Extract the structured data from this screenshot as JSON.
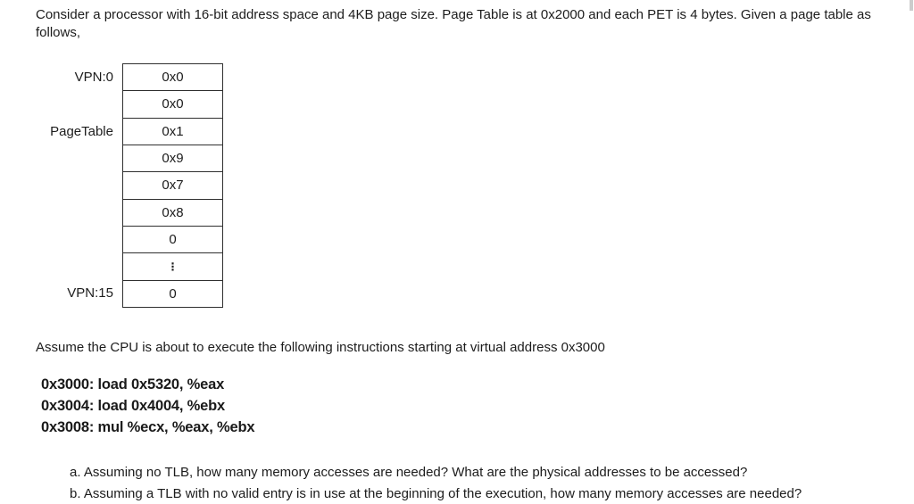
{
  "intro": "Consider a processor with 16-bit address space and 4KB page size. Page Table is at 0x2000 and each PET is 4 bytes. Given a page table as follows,",
  "assume": "Assume the CPU is about to execute the following instructions starting at virtual address 0x3000",
  "diagram": {
    "labels": [
      {
        "text": "VPN:0"
      },
      {
        "text": "PageTable"
      },
      {
        "text": "VPN:15"
      }
    ],
    "cells": [
      "0x0",
      "0x0",
      "0x1",
      "0x9",
      "0x7",
      "0x8",
      "0",
      "⋮",
      "0"
    ]
  },
  "instructions": [
    "0x3000: load 0x5320, %eax",
    "0x3004: load 0x4004, %ebx",
    "0x3008: mul %ecx, %eax, %ebx"
  ],
  "questions": [
    "a. Assuming no TLB, how many memory accesses are needed? What are the physical addresses to be accessed?",
    "b. Assuming a TLB with no valid entry is in use at the beginning of the execution, how many memory accesses are needed?"
  ],
  "colors": {
    "text": "#1c1c1c",
    "border": "#2f2f2f",
    "background": "#ffffff"
  }
}
